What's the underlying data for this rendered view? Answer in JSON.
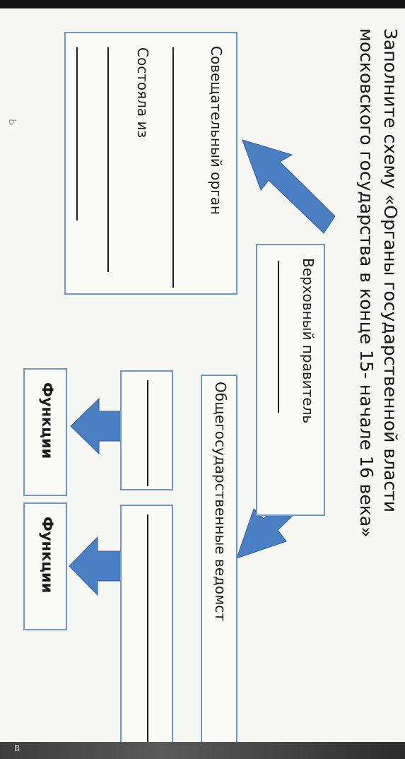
{
  "title": {
    "line1": "Заполните схему «Органы государственной власти",
    "line2": "московского государства в конце 15- начале 16 века»"
  },
  "nodes": {
    "supreme_ruler": "Верховный правитель",
    "advisory_body": "Совещательный орган",
    "consisted_of": "Состояла из",
    "state_departments": "Общегосударственные ведомст",
    "functions_1": "Функции",
    "functions_2": "Функции"
  },
  "ghost_mark": "Ь",
  "bottom_text": "В"
}
